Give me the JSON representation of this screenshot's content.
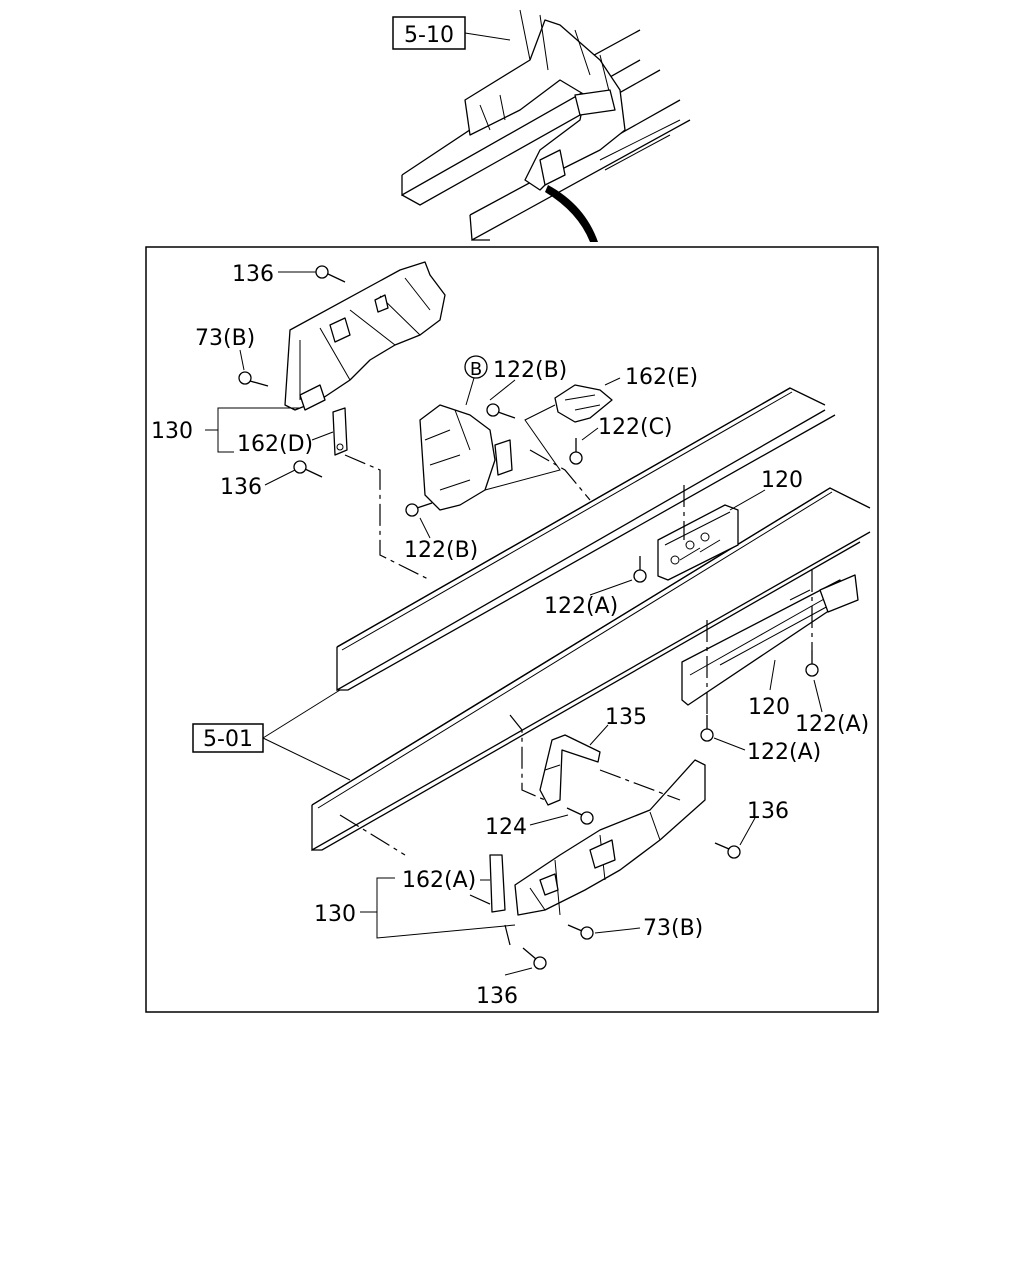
{
  "diagram": {
    "refs": {
      "r510": "5-10",
      "r501": "5-01"
    },
    "circle_ref": "B",
    "callouts": {
      "c136_top": "136",
      "c73b_top": "73(B)",
      "c130_top": "130",
      "c162d": "162(D)",
      "c136_mid": "136",
      "c122b_top": "122(B)",
      "c162e": "162(E)",
      "c122c": "122(C)",
      "c122b_bot": "122(B)",
      "c120_top": "120",
      "c122a_left": "122(A)",
      "c120_bot": "120",
      "c122a_right": "122(A)",
      "c122a_mid": "122(A)",
      "c135": "135",
      "c124": "124",
      "c136_right": "136",
      "c162a": "162(A)",
      "c130_bot": "130",
      "c73b_bot": "73(B)",
      "c136_bottom": "136"
    }
  }
}
